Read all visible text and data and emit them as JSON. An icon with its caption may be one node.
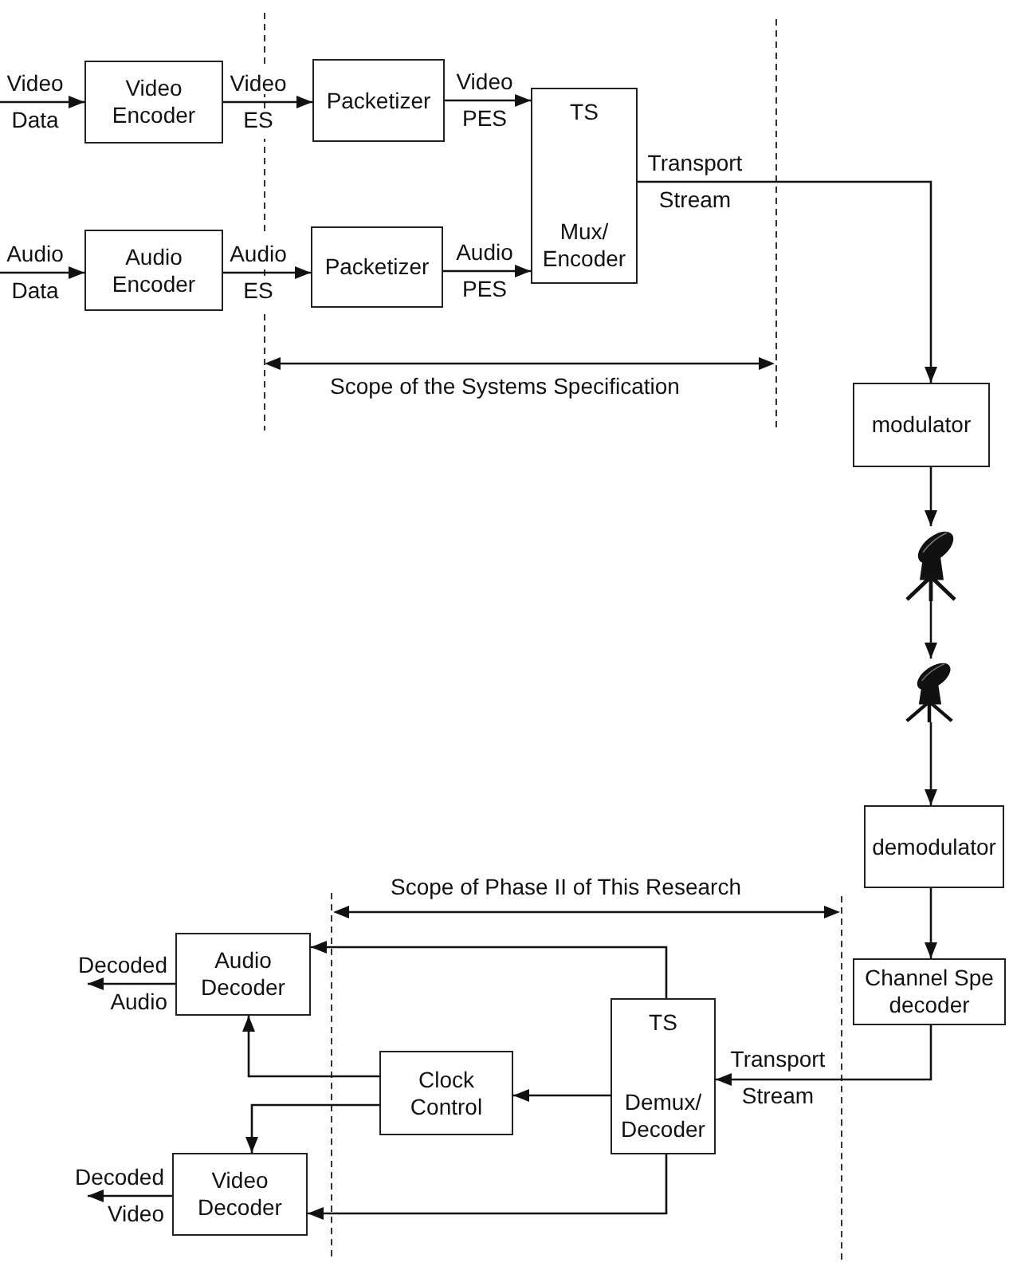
{
  "diagram": {
    "nodes": [
      {
        "text": [
          "Video Encoder"
        ]
      },
      {
        "text": [
          "Packetizer"
        ]
      },
      {
        "text": [
          "TS",
          "Mux/ Encoder"
        ]
      },
      {
        "text": [
          "Audio Encoder"
        ]
      },
      {
        "text": [
          "Packetizer"
        ]
      },
      {
        "text": [
          "modulator"
        ]
      },
      {
        "text": [],
        "shape": "picture"
      },
      {
        "text": [],
        "shape": "picture"
      },
      {
        "text": [
          "demodulator"
        ]
      },
      {
        "text": [
          "Audio Decoder"
        ]
      },
      {
        "text": [
          "Channel Spe decoder"
        ]
      },
      {
        "text": [
          "TS",
          "Demux/ Decoder"
        ]
      },
      {
        "text": [
          "Clock Control"
        ]
      },
      {
        "text": [
          "Video Decoder"
        ]
      }
    ],
    "edges": [
      {
        "from": null,
        "to": 0,
        "arrow": "to",
        "label": "Video Data"
      },
      {
        "from": 0,
        "to": 1,
        "arrow": "to",
        "label": "Video ES"
      },
      {
        "from": 1,
        "to": 2,
        "arrow": "to",
        "label": "Video PES"
      },
      {
        "from": null,
        "to": 3,
        "arrow": "to",
        "label": "Audio Data"
      },
      {
        "from": 3,
        "to": 4,
        "arrow": "to",
        "label": "Audio ES"
      },
      {
        "from": 4,
        "to": 2,
        "arrow": "to",
        "label": "Audio PES"
      },
      {
        "from": 2,
        "to": 5,
        "arrow": "to",
        "label": "Transport Stream"
      },
      {
        "from": 5,
        "to": 6,
        "arrow": "to"
      },
      {
        "from": 6,
        "to": 7,
        "arrow": "to"
      },
      {
        "from": 7,
        "to": 8,
        "arrow": "to"
      },
      {
        "from": 8,
        "to": 10,
        "arrow": "to"
      },
      {
        "from": 10,
        "to": 11,
        "arrow": "to",
        "label": "Transport Stream"
      },
      {
        "from": 11,
        "to": 9,
        "arrow": "to"
      },
      {
        "from": 11,
        "to": 12,
        "arrow": "to"
      },
      {
        "from": 11,
        "to": 13,
        "arrow": "to"
      },
      {
        "from": 12,
        "to": 9,
        "arrow": "to"
      },
      {
        "from": 12,
        "to": 13,
        "arrow": "to"
      },
      {
        "from": 9,
        "to": null,
        "arrow": "to",
        "label": "Decoded Audio"
      },
      {
        "from": 13,
        "to": null,
        "arrow": "to",
        "label": "Decoded Video"
      }
    ],
    "labels": [
      "Scope of the Systems Specification",
      "Scope of Phase II of This Research"
    ]
  }
}
